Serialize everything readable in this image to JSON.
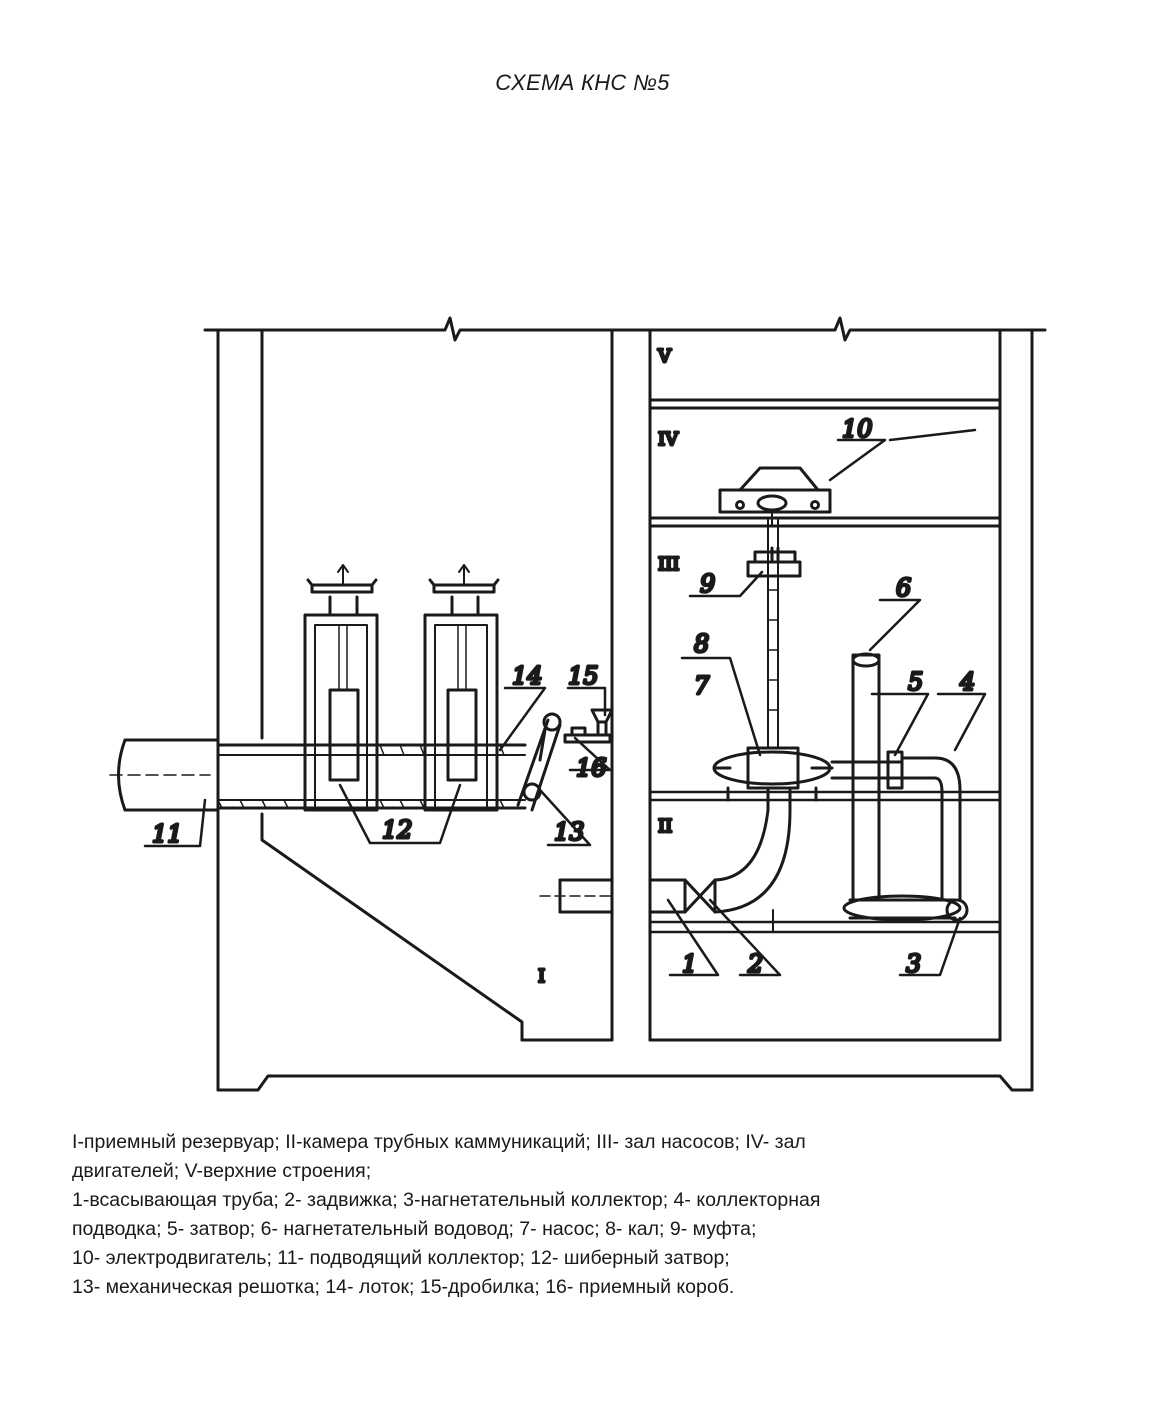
{
  "title": "СХЕМА КНС №5",
  "zones": [
    "I",
    "II",
    "III",
    "IV",
    "V"
  ],
  "callouts": [
    "1",
    "2",
    "3",
    "4",
    "5",
    "6",
    "7",
    "8",
    "9",
    "10",
    "11",
    "12",
    "13",
    "14",
    "15",
    "16"
  ],
  "legend": [
    "I-приемный резервуар; II-камера трубных каммуникаций; III- зал насосов; IV- зал",
    "двигателей; V-верхние строения;",
    "1-всасывающая труба; 2- задвижка; 3-нагнетательный коллектор; 4- коллекторная",
    "подводка; 5- затвор; 6- нагнетательный водовод; 7- насос; 8- кал; 9- муфта;",
    "10- электродвигатель; 11- подводящий коллектор; 12- шиберный затвор;",
    "13- механическая решотка; 14- лоток; 15-дробилка; 16- приемный короб."
  ]
}
